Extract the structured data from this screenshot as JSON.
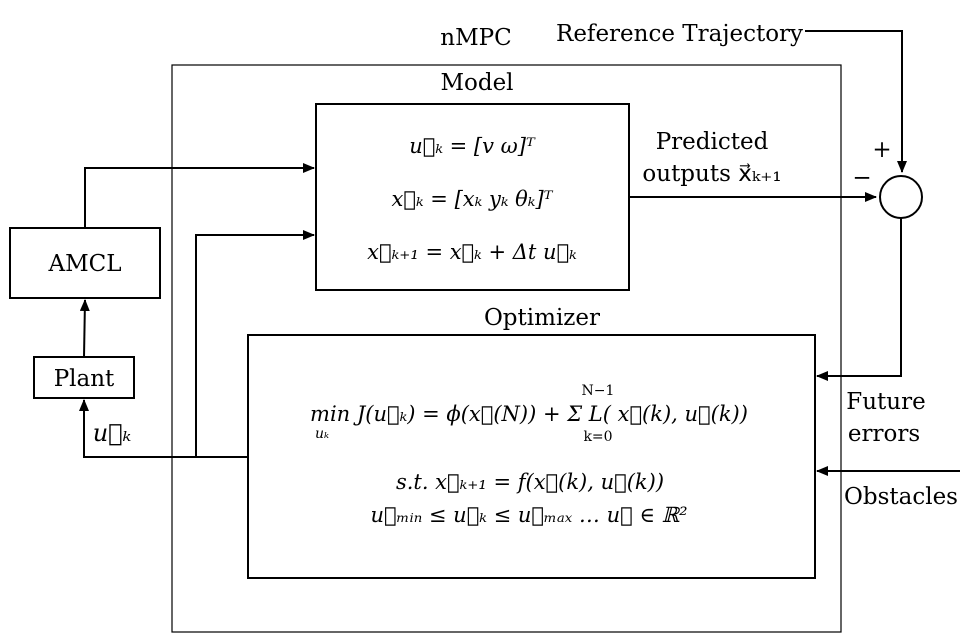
{
  "title": "nMPC",
  "reference_trajectory": "Reference Trajectory",
  "model": {
    "title": "Model",
    "eq1": "u⃗ₖ = [v   ω]ᵀ",
    "eq2": "x⃗ₖ = [xₖ   yₖ   θₖ]ᵀ",
    "eq3": "x⃗ₖ₊₁ = x⃗ₖ + Δt u⃗ₖ"
  },
  "predicted_outputs": {
    "line1": "Predicted",
    "line2": "outputs x⃗ₖ₊₁"
  },
  "summing_junction": {
    "plus": "+",
    "minus": "−"
  },
  "amcl": "AMCL",
  "plant": "Plant",
  "control_input": "u⃗ₖ",
  "optimizer": {
    "title": "Optimizer",
    "cost": "min J(u⃗ₖ) = ϕ(x⃗(N)) + Σ L( x⃗(k), u⃗(k))",
    "cost_sub": "uₖ",
    "sum_upper": "N−1",
    "sum_lower": "k=0",
    "constraint1": "s.t.  x⃗ₖ₊₁ = f(x⃗(k), u⃗(k))",
    "constraint2": "u⃗ₘᵢₙ ≤ u⃗ₖ ≤ u⃗ₘₐₓ  …  u⃗  ∈  ℝ²"
  },
  "future_errors": {
    "line1": "Future",
    "line2": "errors"
  },
  "obstacles": "Obstacles"
}
